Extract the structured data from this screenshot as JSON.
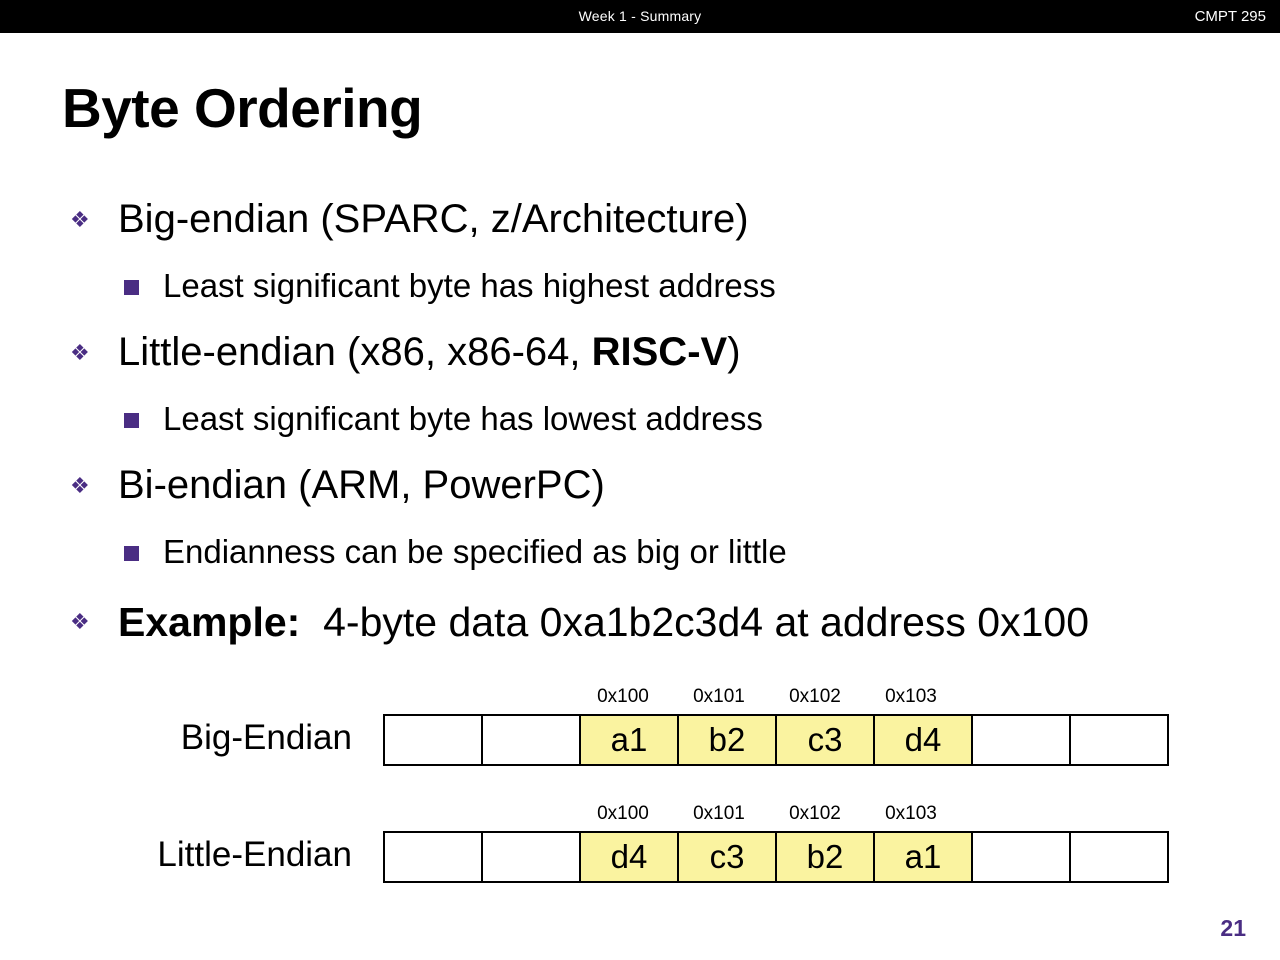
{
  "header": {
    "center_title": "Week 1 - Summary",
    "course_code": "CMPT 295"
  },
  "slide": {
    "title": "Byte Ordering",
    "page_number": "21",
    "accent_color": "#4A2D83",
    "highlight_color": "#FAF3A0"
  },
  "bullets": [
    {
      "marker": "diamond-bullet-icon",
      "text": "Big-endian (SPARC, z/Architecture)",
      "sub": {
        "marker": "square-bullet-icon",
        "text": "Least significant byte has highest address"
      }
    },
    {
      "marker": "diamond-bullet-icon",
      "text_before": "Little-endian (x86, x86-64, ",
      "text_bold": "RISC-V",
      "text_after": ")",
      "sub": {
        "marker": "square-bullet-icon",
        "text": "Least significant byte has lowest address"
      }
    },
    {
      "marker": "diamond-bullet-icon",
      "text": "Bi-endian (ARM, PowerPC)",
      "sub": {
        "marker": "square-bullet-icon",
        "text": "Endianness can be specified as big or little"
      }
    }
  ],
  "example": {
    "marker": "diamond-bullet-icon",
    "label": "Example:",
    "text": "4-byte data 0xa1b2c3d4 at address 0x100"
  },
  "diagrams": [
    {
      "row_label": "Big-Endian",
      "addresses": [
        "0x100",
        "0x101",
        "0x102",
        "0x103"
      ],
      "cells": [
        {
          "value": "",
          "filled": false
        },
        {
          "value": "",
          "filled": false
        },
        {
          "value": "a1",
          "filled": true
        },
        {
          "value": "b2",
          "filled": true
        },
        {
          "value": "c3",
          "filled": true
        },
        {
          "value": "d4",
          "filled": true
        },
        {
          "value": "",
          "filled": false
        },
        {
          "value": "",
          "filled": false
        }
      ]
    },
    {
      "row_label": "Little-Endian",
      "addresses": [
        "0x100",
        "0x101",
        "0x102",
        "0x103"
      ],
      "cells": [
        {
          "value": "",
          "filled": false
        },
        {
          "value": "",
          "filled": false
        },
        {
          "value": "d4",
          "filled": true
        },
        {
          "value": "c3",
          "filled": true
        },
        {
          "value": "b2",
          "filled": true
        },
        {
          "value": "a1",
          "filled": true
        },
        {
          "value": "",
          "filled": false
        },
        {
          "value": "",
          "filled": false
        }
      ]
    }
  ]
}
